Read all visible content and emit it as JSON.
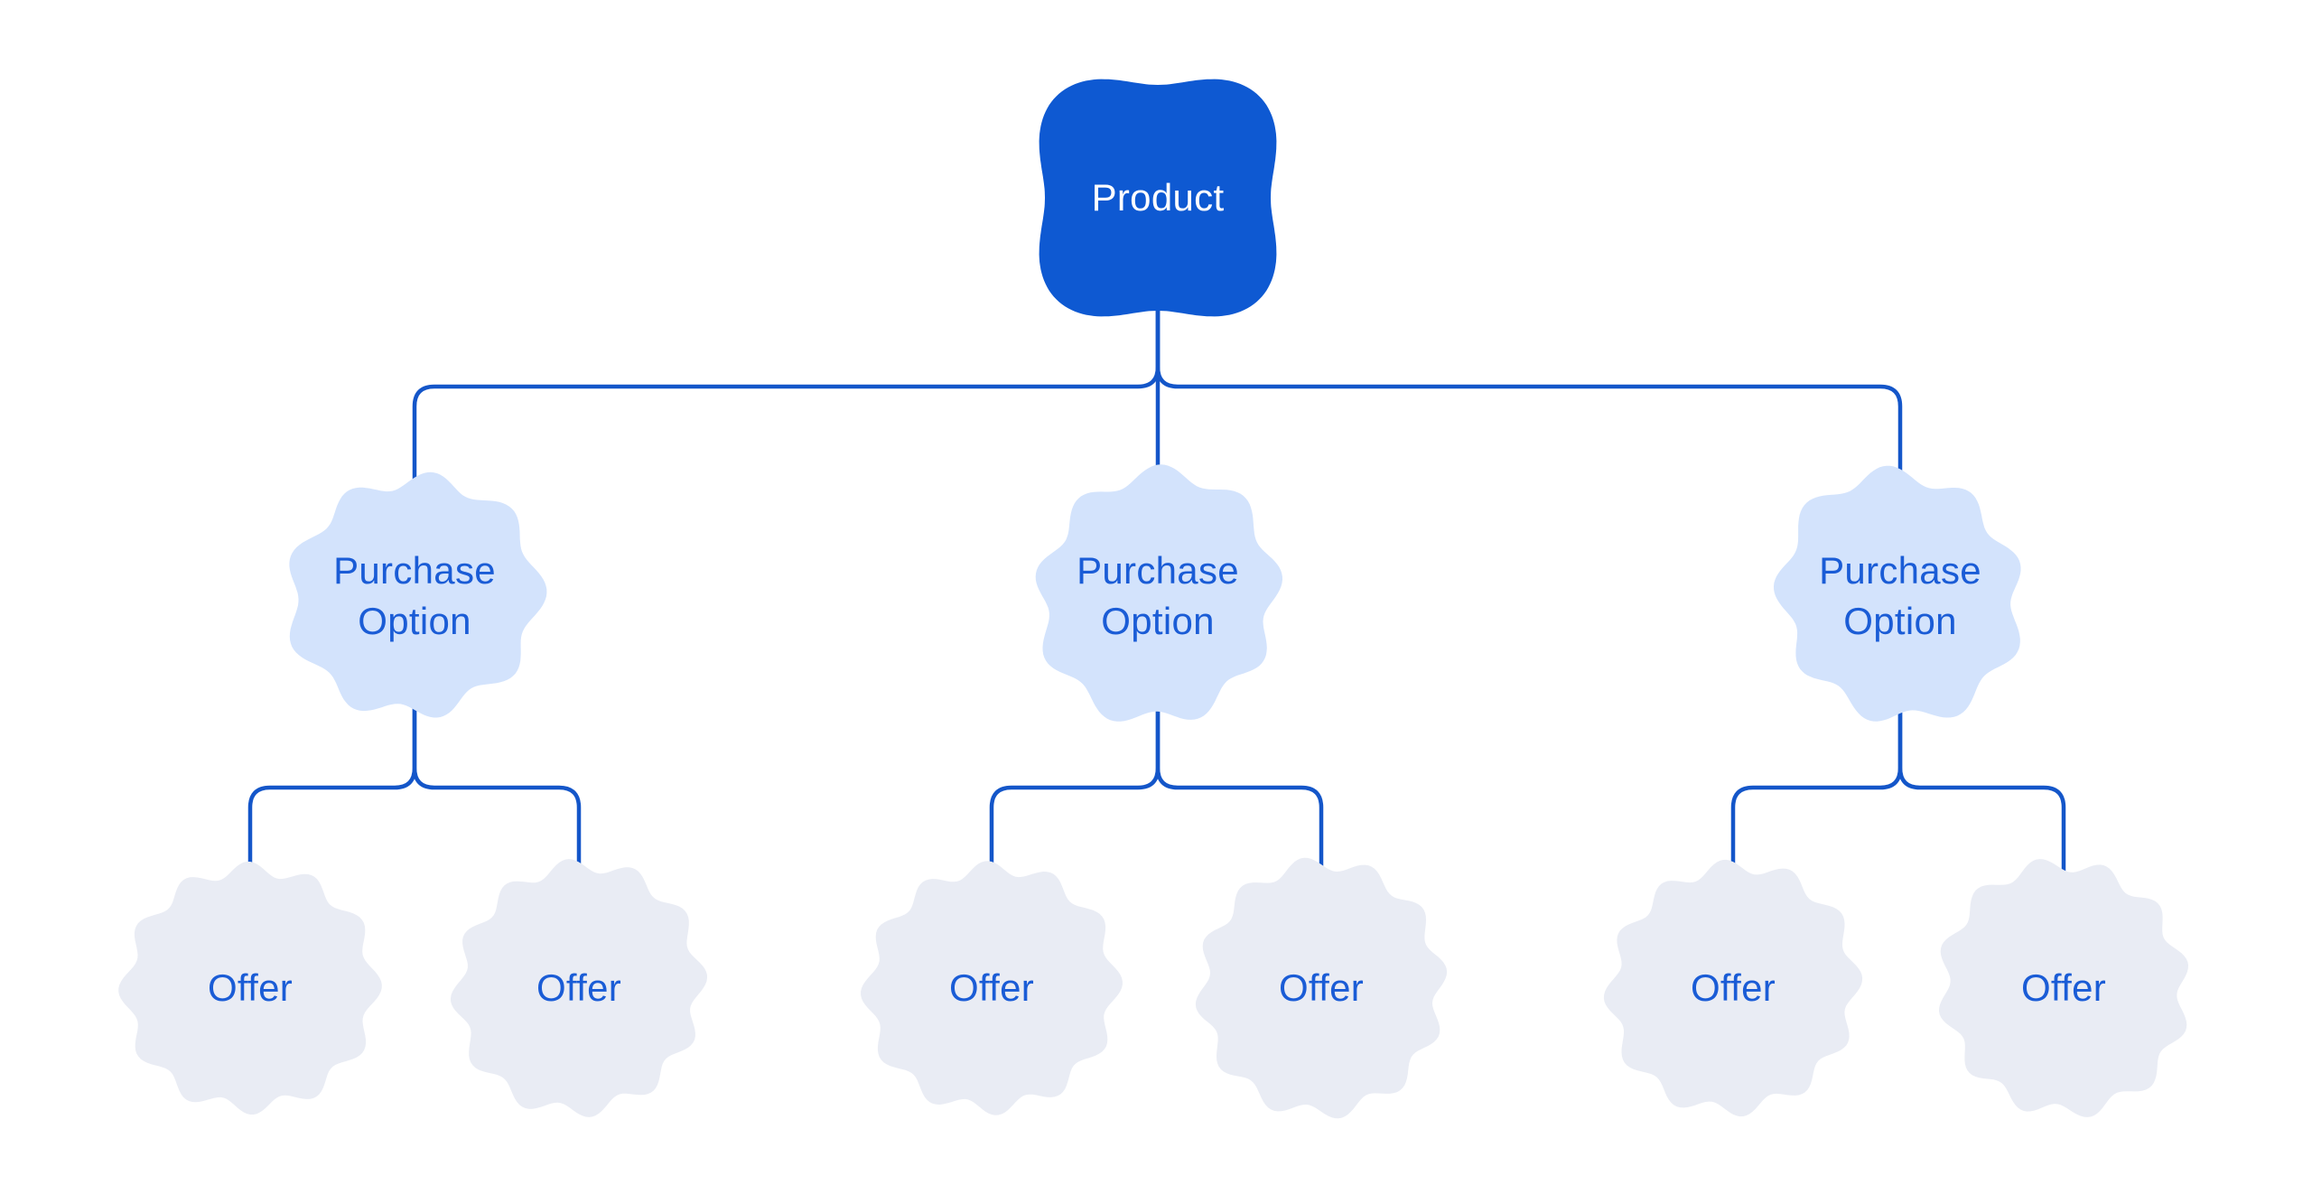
{
  "diagram": {
    "background": "#ffffff",
    "connector_color": "#1456C9",
    "node_styles": {
      "product": {
        "fill": "#0E59D2",
        "text_color": "#ffffff"
      },
      "option": {
        "fill": "#D3E3FC",
        "text_color": "#1A5CD6"
      },
      "offer": {
        "fill": "#E9ECF4",
        "text_color": "#1A5CD6"
      }
    },
    "tree": {
      "label": "Product",
      "type": "product",
      "children": [
        {
          "label": "Purchase Option",
          "type": "option",
          "children": [
            {
              "label": "Offer",
              "type": "offer"
            },
            {
              "label": "Offer",
              "type": "offer"
            }
          ]
        },
        {
          "label": "Purchase Option",
          "type": "option",
          "children": [
            {
              "label": "Offer",
              "type": "offer"
            },
            {
              "label": "Offer",
              "type": "offer"
            }
          ]
        },
        {
          "label": "Purchase Option",
          "type": "option",
          "children": [
            {
              "label": "Offer",
              "type": "offer"
            },
            {
              "label": "Offer",
              "type": "offer"
            }
          ]
        }
      ]
    }
  }
}
